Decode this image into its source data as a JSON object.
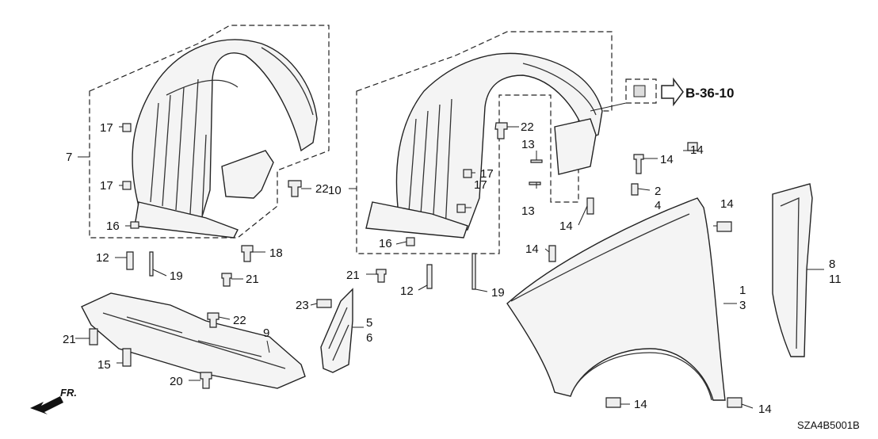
{
  "reference": {
    "label": "B-36-10"
  },
  "diagram_code": "SZA4B5001B",
  "front_indicator": "FR.",
  "callouts": [
    {
      "id": "c7",
      "text": "7"
    },
    {
      "id": "c17a",
      "text": "17"
    },
    {
      "id": "c17b",
      "text": "17"
    },
    {
      "id": "c16a",
      "text": "16"
    },
    {
      "id": "c22a",
      "text": "22"
    },
    {
      "id": "c12a",
      "text": "12"
    },
    {
      "id": "c19a",
      "text": "19"
    },
    {
      "id": "c18",
      "text": "18"
    },
    {
      "id": "c21a",
      "text": "21"
    },
    {
      "id": "c10",
      "text": "10"
    },
    {
      "id": "c22b",
      "text": "22"
    },
    {
      "id": "c13a",
      "text": "13"
    },
    {
      "id": "c13b",
      "text": "13"
    },
    {
      "id": "c17c",
      "text": "17"
    },
    {
      "id": "c17d",
      "text": "17"
    },
    {
      "id": "c16b",
      "text": "16"
    },
    {
      "id": "c21b",
      "text": "21"
    },
    {
      "id": "c12b",
      "text": "12"
    },
    {
      "id": "c19b",
      "text": "19"
    },
    {
      "id": "c14a",
      "text": "14"
    },
    {
      "id": "c14b",
      "text": "14"
    },
    {
      "id": "c2",
      "text": "2"
    },
    {
      "id": "c4",
      "text": "4"
    },
    {
      "id": "c14c",
      "text": "14"
    },
    {
      "id": "c14d",
      "text": "14"
    },
    {
      "id": "c14e",
      "text": "14"
    },
    {
      "id": "c8",
      "text": "8"
    },
    {
      "id": "c11",
      "text": "11"
    },
    {
      "id": "c1",
      "text": "1"
    },
    {
      "id": "c3",
      "text": "3"
    },
    {
      "id": "c22c",
      "text": "22"
    },
    {
      "id": "c9",
      "text": "9"
    },
    {
      "id": "c21c",
      "text": "21"
    },
    {
      "id": "c15",
      "text": "15"
    },
    {
      "id": "c20",
      "text": "20"
    },
    {
      "id": "c23",
      "text": "23"
    },
    {
      "id": "c5",
      "text": "5"
    },
    {
      "id": "c6",
      "text": "6"
    },
    {
      "id": "c14f",
      "text": "14"
    },
    {
      "id": "c14g",
      "text": "14"
    }
  ]
}
